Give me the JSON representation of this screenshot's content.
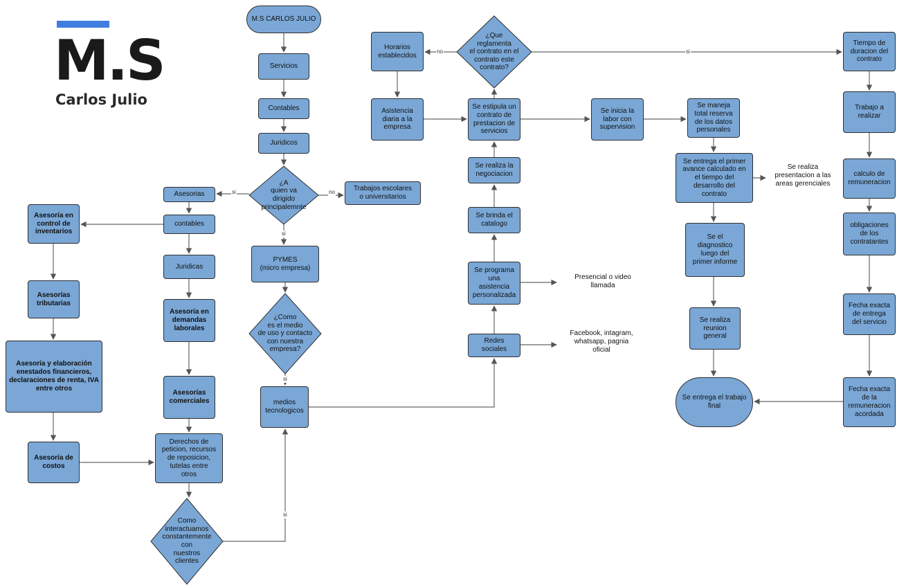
{
  "logo": {
    "mark": "M.S",
    "subtitle": "Carlos Julio"
  },
  "nodes": {
    "start": "M.S CARLOS JULIO",
    "servicios": "Servicios",
    "contables_top": "Contables",
    "juridicos_top": "Juridicos",
    "q_dirigido": "¿A\nquien va\ndirigido\nprincipalemnte",
    "trabajos": "Trabajos escolares\no universitarios",
    "asesorias": "Asesorias",
    "contables_left": "contables",
    "juridicas": "Juridicas",
    "asesoria_inventarios": "Asesoría en\ncontrol de\ninventarios",
    "asesorias_tributarias": "Asesorías\ntributarias",
    "asesoria_estados": "Asesoría y elaboración\nenestados financieros,\ndeclaraciones de renta, IVA\nentre otros",
    "asesoria_costos": "Asesoría de\ncostos",
    "demandas": "Asesoría en\ndemandas\nlaborales",
    "comerciales": "Asesorías\ncomerciales",
    "derechos": "Derechos de\npeticion, recursos\nde reposicion,\ntutelas entre\notros",
    "q_interactuamos": "Como\ninteractuamos\nconstantemente con\nnuestros\nclientes",
    "pymes": "PYMES\n(micro empresa)",
    "q_medio": "¿Como\nes el medio\nde uso y contacto\ncon nuestra\nempresa?",
    "medios": "medios\ntecnologicos",
    "redes": "Redes\nsociales",
    "programa": "Se programa\nuna\nasistencia\npersonalizada",
    "catalogo": "Se brinda el\ncatalogo",
    "negociacion": "Se realiza la\nnegociacion",
    "contrato": "Se estipula un\ncontrato de\nprestacion de\nservicios",
    "q_reglamenta": "¿Que\nreglamenta\nel contrato en el\ncontrato  este\ncontrato?",
    "horarios": "Horarios\nestablecidos",
    "asistencia": "Asistencia\ndiaria a la\nempresa",
    "inicia": "Se inicia la\nlabor con\nsupervision",
    "reserva": "Se maneja\ntotal reserva\nde los datos\npersonales",
    "avance": "Se entrega el primer\navance calculado en\nel tiempo del\ndesarrollo del\ncontrato",
    "diagnostico": "Se el\ndiagnostico\nluego del\nprimer informe",
    "reunion": "Se realiza\nreunion\ngeneral",
    "final": "Se entrega el trabajo\nfinal",
    "tiempo": "Tiempo de\nduracion del\ncontrato",
    "trabajo": "Trabajo a\nrealizar",
    "calculo": "calculo de\nremuneracion",
    "obligaciones": "obligaciones\nde los\ncontratantes",
    "fecha_entrega": "Fecha exacta\nde entrega\ndel servicio",
    "fecha_remuneracion": "Fecha exacta\nde la\nremuneracion\nacordada"
  },
  "free_texts": {
    "presencial": "Presencial o video\nllamada",
    "facebook": "Facebook, intagram,\nwhatsapp, pagnia\noficial",
    "presentacion": "Se realiza\npresentacion a las\nareas gerenciales"
  },
  "edge_labels": {
    "si_asesorias": "si",
    "no_trabajos": "no",
    "si_pymes": "si",
    "si_medios": "si",
    "si_interactuamos": "si",
    "no_horarios": "no",
    "si_tiempo": "si"
  }
}
